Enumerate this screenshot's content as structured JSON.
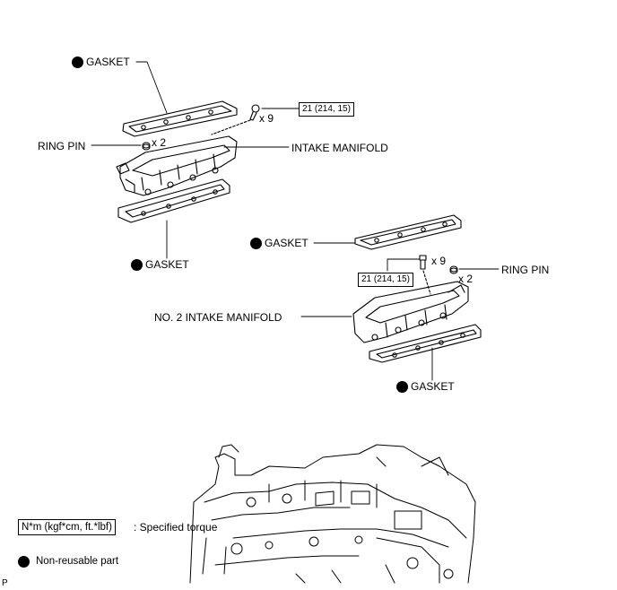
{
  "labels": {
    "gasket_top_left": "GASKET",
    "ring_pin_left": "RING PIN",
    "qty_ring_pin_left": "x 2",
    "qty_bolt_left": "x 9",
    "torque_left": "21 (214, 15)",
    "intake_manifold": "INTAKE MANIFOLD",
    "gasket_bottom_left": "GASKET",
    "gasket_top_right": "GASKET",
    "qty_bolt_right": "x 9",
    "torque_right": "21 (214, 15)",
    "ring_pin_right": "RING PIN",
    "qty_ring_pin_right": "x 2",
    "no2_intake_manifold": "NO. 2 INTAKE MANIFOLD",
    "gasket_bottom_right": "GASKET"
  },
  "legend": {
    "torque_unit": "N*m (kgf*cm, ft.*lbf)",
    "torque_desc": ": Specified torque",
    "nonreusable_desc": "Non-reusable part"
  },
  "corner_code": "P",
  "icons": {
    "non_reusable": "filled-circle-icon"
  }
}
